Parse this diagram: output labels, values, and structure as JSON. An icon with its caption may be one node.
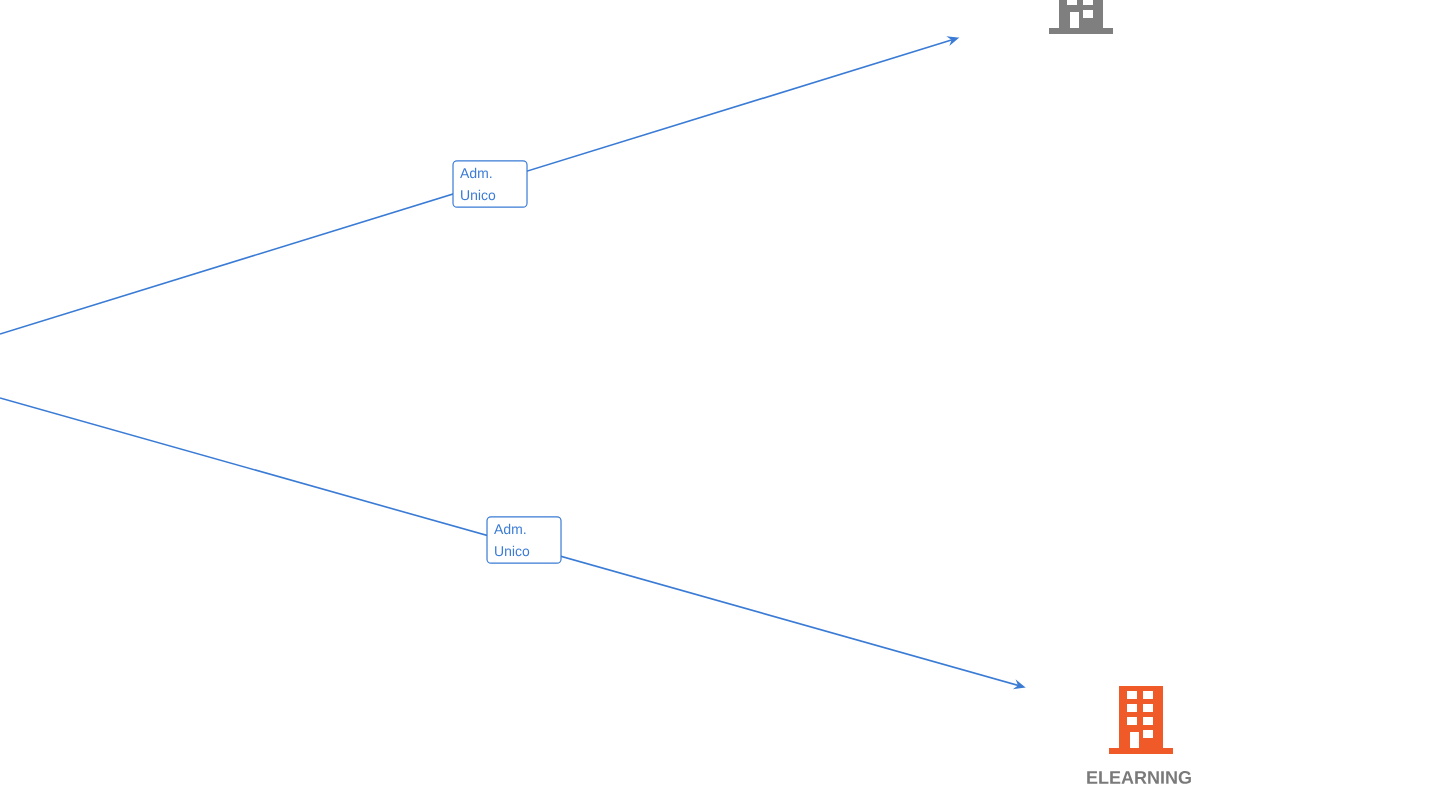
{
  "diagram": {
    "nodes": [
      {
        "text": [],
        "shape": "building"
      },
      {
        "text": [
          "ELEARNING"
        ]
      }
    ],
    "edges": [
      {
        "from": null,
        "to": 0,
        "arrow": "to",
        "label": "Adm. Unico"
      },
      {
        "from": null,
        "to": 1,
        "arrow": "to",
        "label": "Adm. Unico"
      }
    ]
  }
}
